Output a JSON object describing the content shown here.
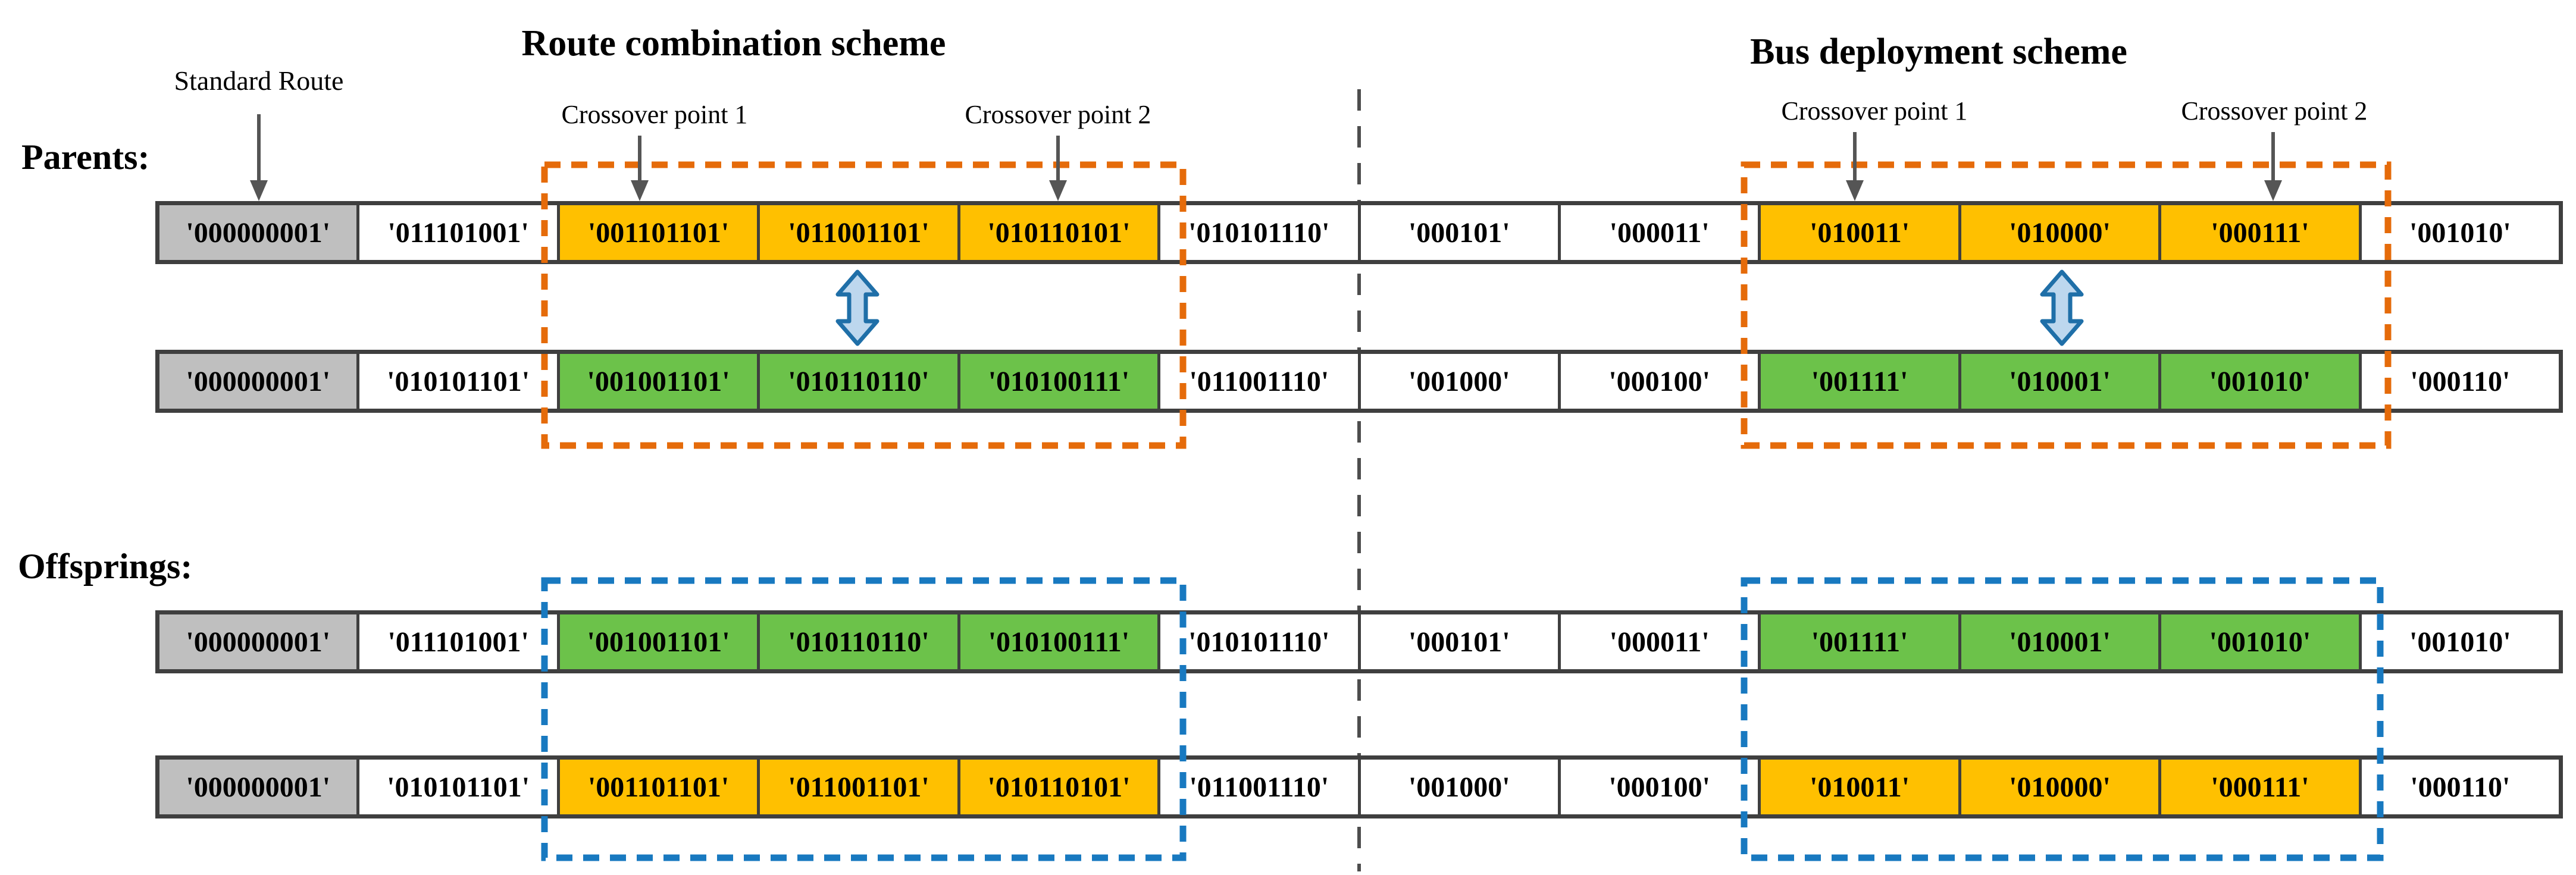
{
  "figure": {
    "section_titles": {
      "left": "Route combination scheme",
      "right": "Bus deployment scheme"
    },
    "row_group_labels": {
      "parents": "Parents:",
      "offsprings": "Offsprings:"
    },
    "annotations": {
      "standard_route": "Standard Route",
      "crossover_point_1": "Crossover point 1",
      "crossover_point_2": "Crossover point 2"
    },
    "colors": {
      "standard_route_cell": "#BFBFBF",
      "parent1_offspring2_segment": "#FFC000",
      "parent2_offspring1_segment": "#6CC24A",
      "parents_crossover_box": "#E56B0A",
      "offsprings_crossover_box": "#1879C0",
      "swap_arrow_fill": "#BDD7EE",
      "swap_arrow_stroke": "#1F6FA8",
      "bar_border": "#3F3F3F",
      "divider_line": "#4D4D4D"
    },
    "rows": [
      {
        "name": "parent-1",
        "cells": [
          {
            "text": "'000000001'",
            "fill": "gray"
          },
          {
            "text": "'011101001'",
            "fill": "white"
          },
          {
            "text": "'001101101'",
            "fill": "orange"
          },
          {
            "text": "'011001101'",
            "fill": "orange"
          },
          {
            "text": "'010110101'",
            "fill": "orange"
          },
          {
            "text": "'010101110'",
            "fill": "white"
          },
          {
            "text": "'000101'",
            "fill": "white"
          },
          {
            "text": "'000011'",
            "fill": "white"
          },
          {
            "text": "'010011'",
            "fill": "orange"
          },
          {
            "text": "'010000'",
            "fill": "orange"
          },
          {
            "text": "'000111'",
            "fill": "orange"
          },
          {
            "text": "'001010'",
            "fill": "white"
          }
        ]
      },
      {
        "name": "parent-2",
        "cells": [
          {
            "text": "'000000001'",
            "fill": "gray"
          },
          {
            "text": "'010101101'",
            "fill": "white"
          },
          {
            "text": "'001001101'",
            "fill": "green"
          },
          {
            "text": "'010110110'",
            "fill": "green"
          },
          {
            "text": "'010100111'",
            "fill": "green"
          },
          {
            "text": "'011001110'",
            "fill": "white"
          },
          {
            "text": "'001000'",
            "fill": "white"
          },
          {
            "text": "'000100'",
            "fill": "white"
          },
          {
            "text": "'001111'",
            "fill": "green"
          },
          {
            "text": "'010001'",
            "fill": "green"
          },
          {
            "text": "'001010'",
            "fill": "green"
          },
          {
            "text": "'000110'",
            "fill": "white"
          }
        ]
      },
      {
        "name": "offspring-1",
        "cells": [
          {
            "text": "'000000001'",
            "fill": "gray"
          },
          {
            "text": "'011101001'",
            "fill": "white"
          },
          {
            "text": "'001001101'",
            "fill": "green"
          },
          {
            "text": "'010110110'",
            "fill": "green"
          },
          {
            "text": "'010100111'",
            "fill": "green"
          },
          {
            "text": "'010101110'",
            "fill": "white"
          },
          {
            "text": "'000101'",
            "fill": "white"
          },
          {
            "text": "'000011'",
            "fill": "white"
          },
          {
            "text": "'001111'",
            "fill": "green"
          },
          {
            "text": "'010001'",
            "fill": "green"
          },
          {
            "text": "'001010'",
            "fill": "green"
          },
          {
            "text": "'001010'",
            "fill": "white"
          }
        ]
      },
      {
        "name": "offspring-2",
        "cells": [
          {
            "text": "'000000001'",
            "fill": "gray"
          },
          {
            "text": "'010101101'",
            "fill": "white"
          },
          {
            "text": "'001101101'",
            "fill": "orange"
          },
          {
            "text": "'011001101'",
            "fill": "orange"
          },
          {
            "text": "'010110101'",
            "fill": "orange"
          },
          {
            "text": "'011001110'",
            "fill": "white"
          },
          {
            "text": "'001000'",
            "fill": "white"
          },
          {
            "text": "'000100'",
            "fill": "white"
          },
          {
            "text": "'010011'",
            "fill": "orange"
          },
          {
            "text": "'010000'",
            "fill": "orange"
          },
          {
            "text": "'000111'",
            "fill": "orange"
          },
          {
            "text": "'000110'",
            "fill": "white"
          }
        ]
      }
    ]
  }
}
